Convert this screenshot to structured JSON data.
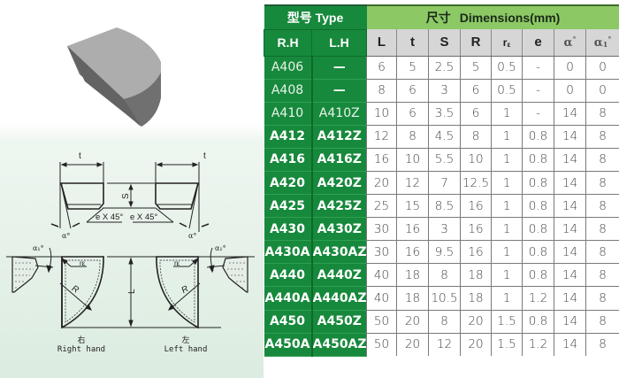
{
  "diagram": {
    "labels": {
      "t_left": "t",
      "t_right": "t",
      "s": "S",
      "chamfer_left": "e X 45°",
      "chamfer_right": "e X 45°",
      "alpha_left": "α°",
      "alpha_right": "α°",
      "alpha1_left": "α₁°",
      "alpha1_right": "α₁°",
      "r_eps_left": "rε",
      "r_eps_right": "rε",
      "radius_left": "R",
      "radius_right": "R",
      "length": "L"
    },
    "right_hand": {
      "cn": "右",
      "en": "Right hand"
    },
    "left_hand": {
      "cn": "左",
      "en": "Left hand"
    }
  },
  "table": {
    "header": {
      "type_label": "型号 Type",
      "dimensions_cn": "尺寸",
      "dimensions_en": "Dimensions(mm)",
      "rh": "R.H",
      "lh": "L.H",
      "columns": [
        "L",
        "t",
        "S",
        "R",
        "r",
        "e",
        "α",
        "α"
      ]
    },
    "rows": [
      {
        "rh": "A406",
        "lh": "—",
        "L": "6",
        "t": "5",
        "S": "2.5",
        "R": "5",
        "re": "0.5",
        "e": "-",
        "a": "0",
        "a1": "0"
      },
      {
        "rh": "A408",
        "lh": "—",
        "L": "8",
        "t": "6",
        "S": "3",
        "R": "6",
        "re": "0.5",
        "e": "-",
        "a": "0",
        "a1": "0"
      },
      {
        "rh": "A410",
        "lh": "A410Z",
        "L": "10",
        "t": "6",
        "S": "3.5",
        "R": "6",
        "re": "1",
        "e": "-",
        "a": "14",
        "a1": "8"
      },
      {
        "rh": "A412",
        "lh": "A412Z",
        "L": "12",
        "t": "8",
        "S": "4.5",
        "R": "8",
        "re": "1",
        "e": "0.8",
        "a": "14",
        "a1": "8"
      },
      {
        "rh": "A416",
        "lh": "A416Z",
        "L": "16",
        "t": "10",
        "S": "5.5",
        "R": "10",
        "re": "1",
        "e": "0.8",
        "a": "14",
        "a1": "8"
      },
      {
        "rh": "A420",
        "lh": "A420Z",
        "L": "20",
        "t": "12",
        "S": "7",
        "R": "12.5",
        "re": "1",
        "e": "0.8",
        "a": "14",
        "a1": "8"
      },
      {
        "rh": "A425",
        "lh": "A425Z",
        "L": "25",
        "t": "15",
        "S": "8.5",
        "R": "16",
        "re": "1",
        "e": "0.8",
        "a": "14",
        "a1": "8"
      },
      {
        "rh": "A430",
        "lh": "A430Z",
        "L": "30",
        "t": "16",
        "S": "3",
        "R": "16",
        "re": "1",
        "e": "0.8",
        "a": "14",
        "a1": "8"
      },
      {
        "rh": "A430A",
        "lh": "A430AZ",
        "L": "30",
        "t": "16",
        "S": "9.5",
        "R": "16",
        "re": "1",
        "e": "0.8",
        "a": "14",
        "a1": "8"
      },
      {
        "rh": "A440",
        "lh": "A440Z",
        "L": "40",
        "t": "18",
        "S": "8",
        "R": "18",
        "re": "1",
        "e": "0.8",
        "a": "14",
        "a1": "8"
      },
      {
        "rh": "A440A",
        "lh": "A440AZ",
        "L": "40",
        "t": "18",
        "S": "10.5",
        "R": "18",
        "re": "1",
        "e": "1.2",
        "a": "14",
        "a1": "8"
      },
      {
        "rh": "A450",
        "lh": "A450Z",
        "L": "50",
        "t": "20",
        "S": "8",
        "R": "20",
        "re": "1.5",
        "e": "0.8",
        "a": "14",
        "a1": "8"
      },
      {
        "rh": "A450A",
        "lh": "A450AZ",
        "L": "50",
        "t": "20",
        "S": "12",
        "R": "20",
        "re": "1.5",
        "e": "1.2",
        "a": "14",
        "a1": "8"
      }
    ]
  },
  "colors": {
    "type_header_green": "#17893c",
    "dimension_header_green": "#8cc864",
    "symbol_header_gray": "#d6d6d6"
  }
}
